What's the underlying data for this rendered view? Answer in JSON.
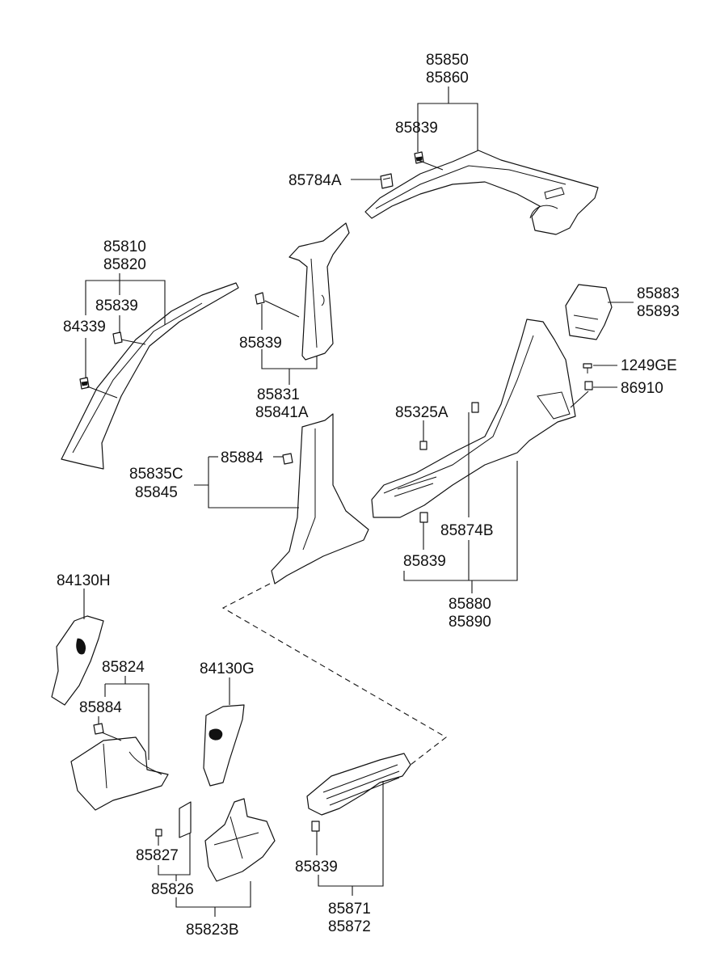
{
  "diagram": {
    "labels": {
      "l_85850": "85850",
      "l_85860": "85860",
      "l_85839_top": "85839",
      "l_85784A": "85784A",
      "l_85810": "85810",
      "l_85820": "85820",
      "l_85839_apillar": "85839",
      "l_84339": "84339",
      "l_85839_bpillar": "85839",
      "l_85831": "85831",
      "l_85841A": "85841A",
      "l_85883": "85883",
      "l_85893": "85893",
      "l_1249GE": "1249GE",
      "l_86910": "86910",
      "l_85325A": "85325A",
      "l_85884_mid": "85884",
      "l_85835C": "85835C",
      "l_85845": "85845",
      "l_85874B": "85874B",
      "l_85839_rear": "85839",
      "l_85880": "85880",
      "l_85890": "85890",
      "l_84130H": "84130H",
      "l_85824": "85824",
      "l_85884_low": "85884",
      "l_84130G": "84130G",
      "l_85827": "85827",
      "l_85826": "85826",
      "l_85823B": "85823B",
      "l_85839_sill": "85839",
      "l_85871": "85871",
      "l_85872": "85872"
    }
  }
}
